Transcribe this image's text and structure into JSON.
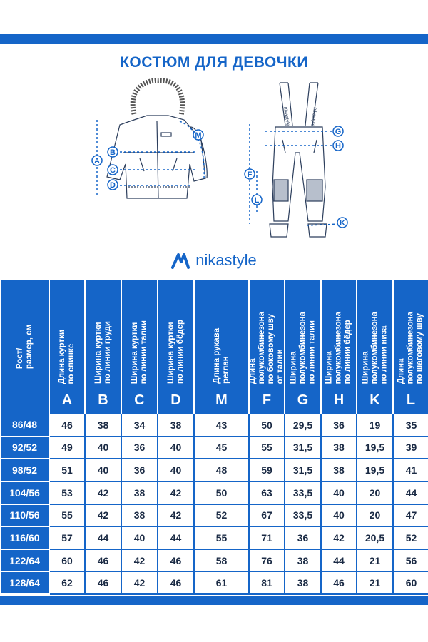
{
  "title": "КОСТЮМ ДЛЯ ДЕВОЧКИ",
  "brand": "nikastyle",
  "colors": {
    "accent": "#1565c8",
    "text": "#1a2a44",
    "background": "#ffffff"
  },
  "diagram": {
    "jacket_labels": [
      "A",
      "B",
      "C",
      "D",
      "M"
    ],
    "overalls_labels": [
      "F",
      "G",
      "H",
      "L",
      "K"
    ],
    "strap_text": "nikastyle"
  },
  "table": {
    "columns": [
      {
        "header": [
          "Рост/",
          "размер, см"
        ],
        "letter": ""
      },
      {
        "header": [
          "Длина куртки",
          "по спинке"
        ],
        "letter": "A"
      },
      {
        "header": [
          "Ширина куртки",
          "по линии груди"
        ],
        "letter": "B"
      },
      {
        "header": [
          "Ширина куртки",
          "по линии талии"
        ],
        "letter": "C"
      },
      {
        "header": [
          "Ширина куртки",
          "по линии бёдер"
        ],
        "letter": "D"
      },
      {
        "header": [
          "Длина  рукава",
          "реглан"
        ],
        "letter": "M"
      },
      {
        "header": [
          "Длина",
          "полукомбинезона",
          "по боковому шву",
          "от талии"
        ],
        "letter": "F"
      },
      {
        "header": [
          "Ширина",
          "полукомбинезона",
          "по линии талии"
        ],
        "letter": "G"
      },
      {
        "header": [
          "Ширина",
          "полукомбинезона",
          "по линии бёдер"
        ],
        "letter": "H"
      },
      {
        "header": [
          "Ширина",
          "полукомбинезона",
          "по линии низа"
        ],
        "letter": "K"
      },
      {
        "header": [
          "Длина",
          "полукомбинезона",
          "по шаговому шву"
        ],
        "letter": "L"
      }
    ],
    "rows": [
      [
        "86/48",
        "46",
        "38",
        "34",
        "38",
        "43",
        "50",
        "29,5",
        "36",
        "19",
        "35"
      ],
      [
        "92/52",
        "49",
        "40",
        "36",
        "40",
        "45",
        "55",
        "31,5",
        "38",
        "19,5",
        "39"
      ],
      [
        "98/52",
        "51",
        "40",
        "36",
        "40",
        "48",
        "59",
        "31,5",
        "38",
        "19,5",
        "41"
      ],
      [
        "104/56",
        "53",
        "42",
        "38",
        "42",
        "50",
        "63",
        "33,5",
        "40",
        "20",
        "44"
      ],
      [
        "110/56",
        "55",
        "42",
        "38",
        "42",
        "52",
        "67",
        "33,5",
        "40",
        "20",
        "47"
      ],
      [
        "116/60",
        "57",
        "44",
        "40",
        "44",
        "55",
        "71",
        "36",
        "42",
        "20,5",
        "52"
      ],
      [
        "122/64",
        "60",
        "46",
        "42",
        "46",
        "58",
        "76",
        "38",
        "44",
        "21",
        "56"
      ],
      [
        "128/64",
        "62",
        "46",
        "42",
        "46",
        "61",
        "81",
        "38",
        "46",
        "21",
        "60"
      ]
    ]
  }
}
